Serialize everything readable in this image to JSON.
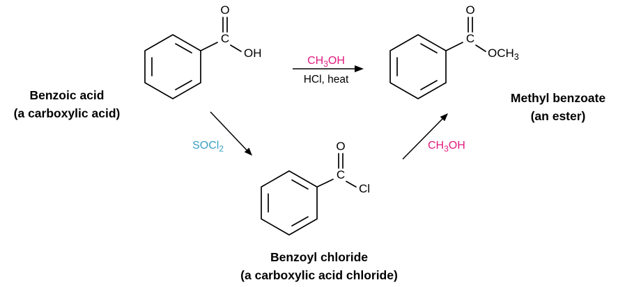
{
  "colors": {
    "magenta": "#e01a7d",
    "green": "#167a3d",
    "teal": "#3a9fc1",
    "bond": "#000000"
  },
  "molecules": {
    "benzoic_acid": {
      "name": "Benzoic acid",
      "subtitle": "(a carboxylic acid)",
      "atoms": {
        "carbonyl_c": "C",
        "carbonyl_o": "O",
        "hydroxyl": "OH"
      }
    },
    "methyl_benzoate": {
      "name": "Methyl benzoate",
      "subtitle": "(an ester)",
      "atoms": {
        "carbonyl_c": "C",
        "carbonyl_o": "O",
        "ester_prefix": "OCH",
        "ester_sub": "3"
      }
    },
    "benzoyl_chloride": {
      "name": "Benzoyl chloride",
      "subtitle": "(a carboxylic acid chloride)",
      "atoms": {
        "carbonyl_c": "C",
        "carbonyl_o": "O",
        "chloride": "Cl"
      }
    }
  },
  "reactions": {
    "esterification": {
      "reagent_prefix": "CH",
      "reagent_sub": "3",
      "reagent_suffix": "OH",
      "conditions": "HCl, heat"
    },
    "chlorination": {
      "reagent_prefix": "SOCl",
      "reagent_sub": "2"
    },
    "chloride_alcoholysis": {
      "reagent_prefix": "CH",
      "reagent_sub": "3",
      "reagent_suffix": "OH"
    }
  }
}
